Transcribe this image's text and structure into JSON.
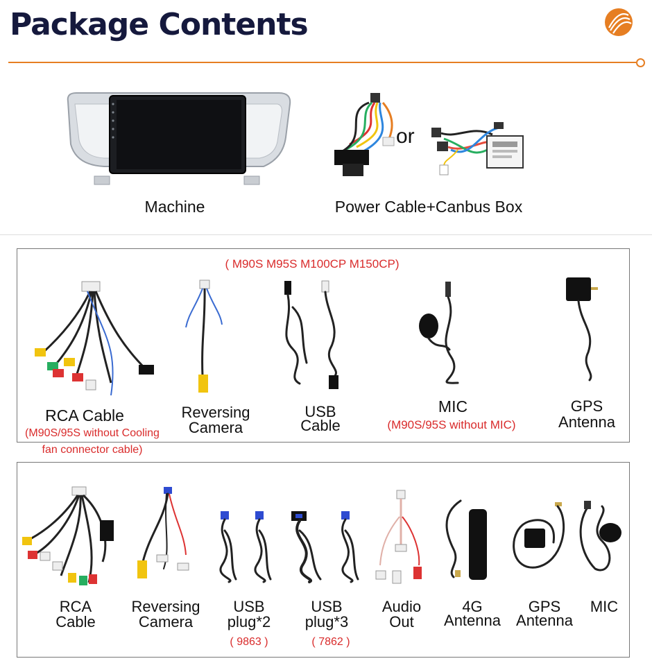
{
  "header": {
    "title": "Package Contents"
  },
  "top": {
    "machine_label": "Machine",
    "or_label": "or",
    "power_label": "Power Cable+Canbus Box"
  },
  "box1": {
    "models_note": "( M90S M95S M100CP M150CP)",
    "items": [
      {
        "label_line1": "RCA Cable",
        "note_line1": "(M90S/95S without Cooling",
        "note_line2": "fan connector cable)"
      },
      {
        "label_line1": "Reversing",
        "label_line2": "Camera"
      },
      {
        "label_line1": "USB",
        "label_line2": "Cable"
      },
      {
        "label_line1": "MIC",
        "note_line1": "(M90S/95S without MIC)"
      },
      {
        "label_line1": "GPS",
        "label_line2": "Antenna"
      }
    ]
  },
  "box2": {
    "items": [
      {
        "label_line1": "RCA",
        "label_line2": "Cable"
      },
      {
        "label_line1": "Reversing",
        "label_line2": "Camera"
      },
      {
        "label_line1": "USB",
        "label_line2": "plug*2",
        "code": "( 9863 )"
      },
      {
        "label_line1": "USB",
        "label_line2": "plug*3",
        "code": "( 7862 )"
      },
      {
        "label_line1": "Audio",
        "label_line2": "Out"
      },
      {
        "label_line1": "4G",
        "label_line2": "Antenna"
      },
      {
        "label_line1": "GPS",
        "label_line2": "Antenna"
      },
      {
        "label_line1": "MIC"
      }
    ]
  },
  "colors": {
    "title": "#15193d",
    "accent": "#e67e22",
    "note_red": "#d92b2b"
  }
}
